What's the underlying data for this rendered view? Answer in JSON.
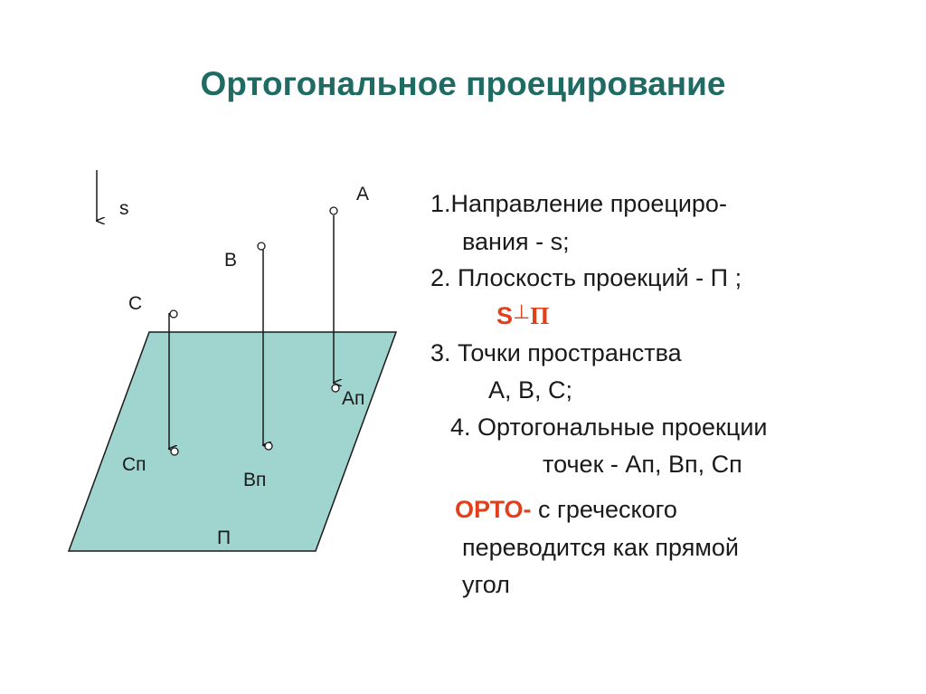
{
  "title": "Ортогональное проецирование",
  "diagram": {
    "direction_label": "s",
    "plane_label": "П",
    "points": [
      {
        "label": "A",
        "projection_label": "Ап"
      },
      {
        "label": "B",
        "projection_label": "Вп"
      },
      {
        "label": "C",
        "projection_label": "Сп"
      }
    ],
    "colors": {
      "plane_fill": "#a0d4cf",
      "stroke": "#1a1a1a"
    }
  },
  "description": {
    "item1_line1": "1.Направление проециро-",
    "item1_line2": "вания - s;",
    "item2": "2. Плоскость проекций - П ;",
    "perp_s": "S",
    "perp_symbol": "⊥",
    "perp_pi": "П",
    "item3_line1": "3. Точки пространства",
    "item3_line2": "А, В, С;",
    "item4_line1": "4. Ортогональные проекции",
    "item4_line2": "точек - Ап, Вп, Сп",
    "ortho_term": "ОРТО-",
    "ortho_line1_rest": " с греческого",
    "ortho_line2": "переводится как прямой",
    "ortho_line3": "угол"
  },
  "colors": {
    "title": "#1f6b63",
    "accent": "#e2401c"
  }
}
